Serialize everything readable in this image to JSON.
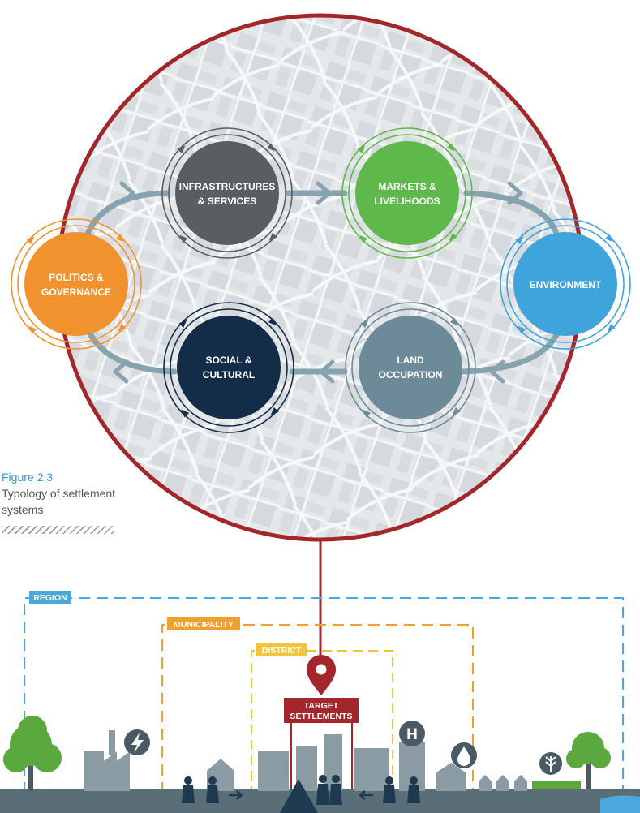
{
  "figure": {
    "number": "Figure 2.3",
    "title": "Typology of settlement systems"
  },
  "colors": {
    "frame": "#a3262a",
    "infrastructure": "#5a5e60",
    "markets": "#5fb84a",
    "environment": "#3fa3dc",
    "land": "#6d8a98",
    "social": "#132d49",
    "politics": "#f2922e",
    "flow_arrow": "#88a3b0",
    "region": "#4aa8dc",
    "municipality": "#f0a02e",
    "district": "#f2c43a",
    "target": "#a3262a",
    "ground": "#5a6e78",
    "tree": "#5aa83e",
    "building": "#8a9ba4",
    "people": "#1f3a50"
  },
  "systems": {
    "infrastructure": {
      "line1": "INFRASTRUCTURES",
      "line2": "& SERVICES"
    },
    "markets": {
      "line1": "MARKETS &",
      "line2": "LIVELIHOODS"
    },
    "environment": {
      "line1": "ENVIRONMENT",
      "line2": ""
    },
    "land": {
      "line1": "LAND",
      "line2": "OCCUPATION"
    },
    "social": {
      "line1": "SOCIAL &",
      "line2": "CULTURAL"
    },
    "politics": {
      "line1": "POLITICS &",
      "line2": "GOVERNANCE"
    }
  },
  "scales": {
    "region": "REGION",
    "municipality": "MUNICIPALITY",
    "district": "DISTRICT",
    "target_line1": "TARGET",
    "target_line2": "SETTLEMENTS"
  },
  "icons": {
    "energy": "lightning-icon",
    "health": "hospital-h-icon",
    "water": "water-drop-icon",
    "agriculture": "wheat-icon",
    "location": "map-pin-icon",
    "hospital_letter": "H"
  }
}
